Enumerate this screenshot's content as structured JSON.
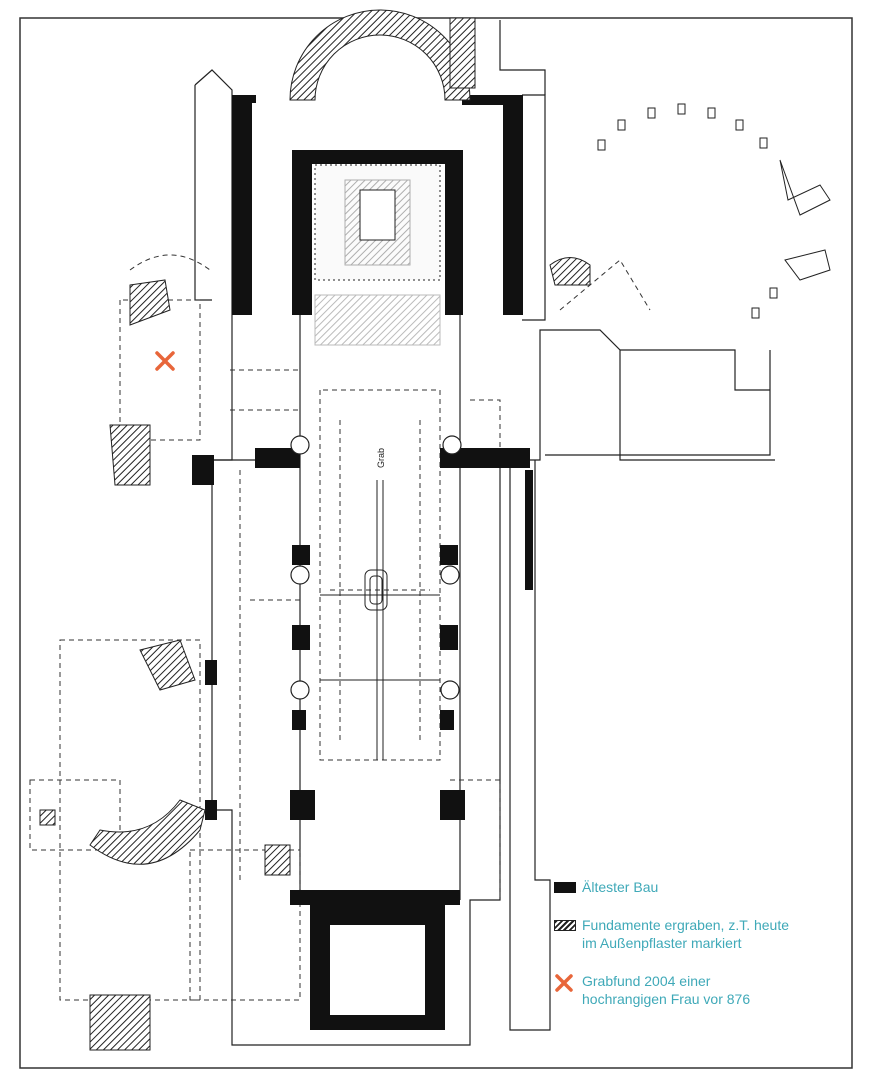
{
  "plan": {
    "annotation_grave": "Grab"
  },
  "legend": {
    "items": [
      {
        "symbol": "solid-black-fill",
        "line1": "Ältester Bau",
        "line2": ""
      },
      {
        "symbol": "hatched-fill",
        "line1": "Fundamente ergraben, z.T. heute",
        "line2": "im Außenpflaster markiert"
      },
      {
        "symbol": "orange-x",
        "line1": "Grabfund 2004 einer",
        "line2": "hochrangigen Frau vor 876"
      }
    ]
  },
  "colors": {
    "legend_text": "#3fa9b8",
    "marker": "#e8663a",
    "wall": "#111111"
  }
}
